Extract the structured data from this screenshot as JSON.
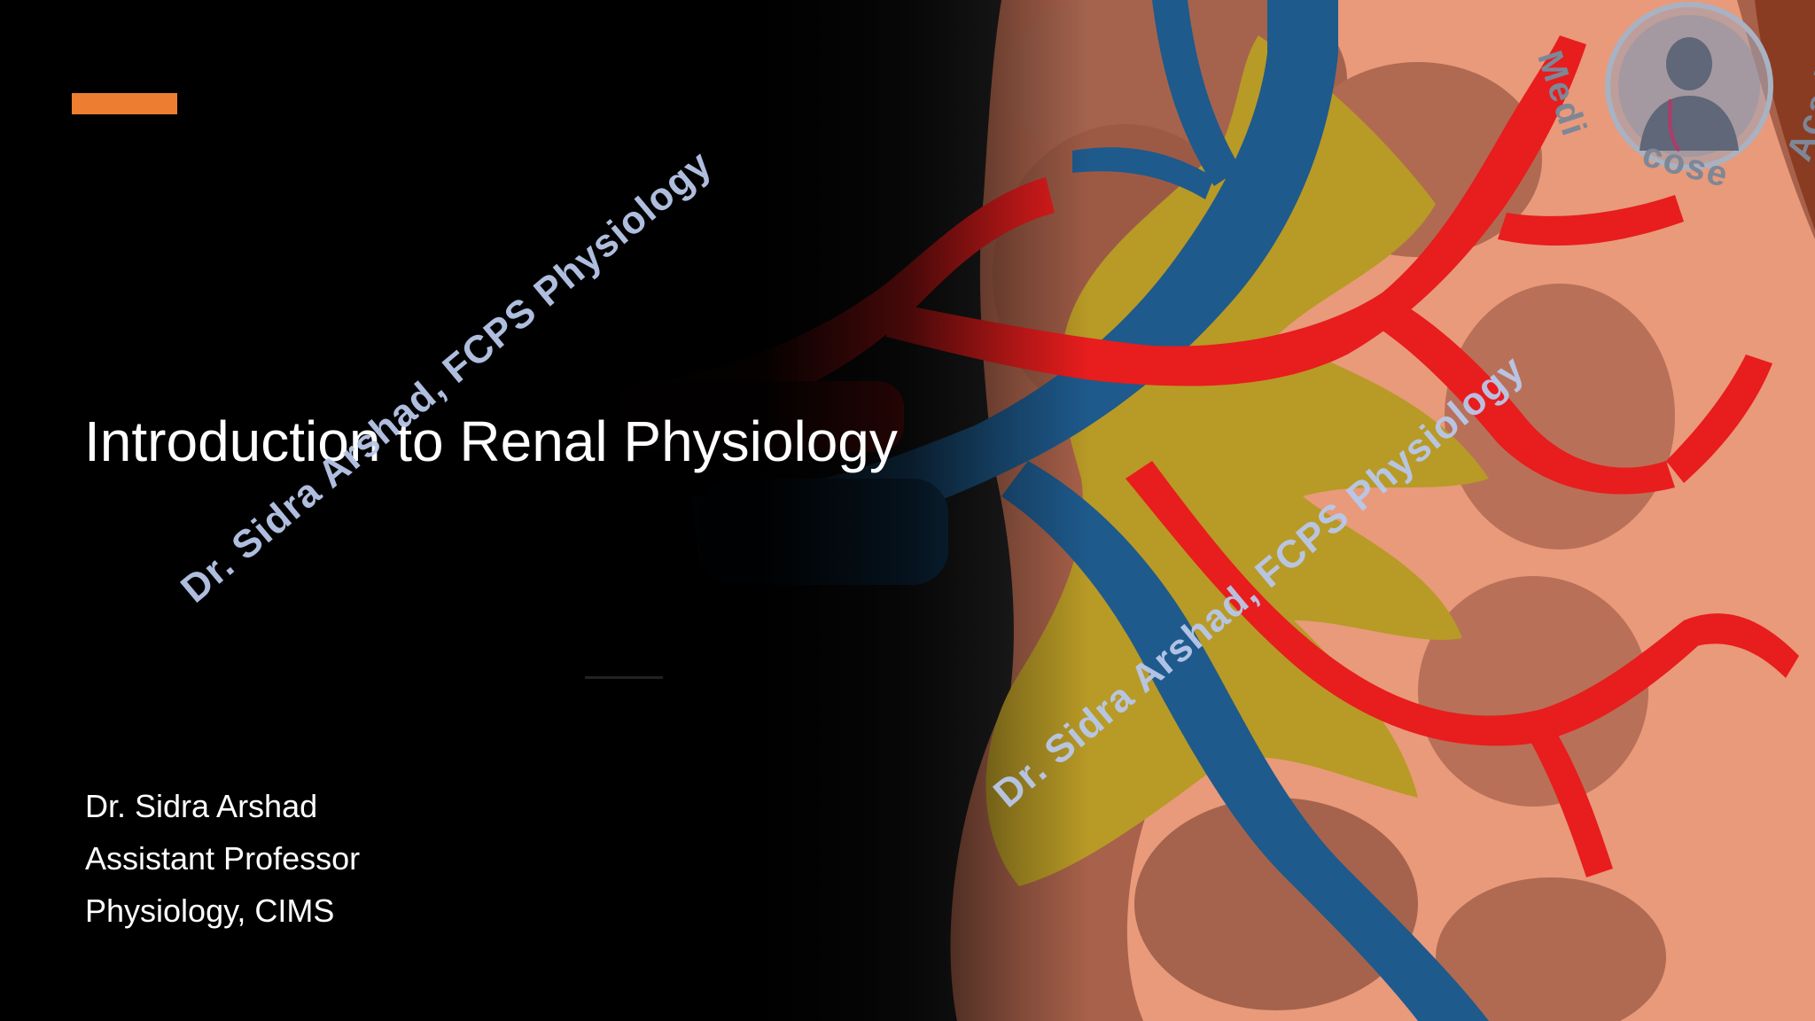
{
  "slide": {
    "title": "Introduction to Renal Physiology",
    "author_lines": [
      "Dr. Sidra Arshad",
      "Assistant Professor",
      "Physiology, CIMS"
    ],
    "watermark_text": "Dr. Sidra Arshad, FCPS Physiology",
    "logo_text": "Medicose Academics",
    "logo_text_parts": [
      "Medi",
      "cose ",
      "Academics"
    ]
  },
  "colors": {
    "background": "#000000",
    "accent_bar": "#ED7D31",
    "title_text": "#FFFFFF",
    "watermark": "#B9C8EA",
    "artery": "#E81D1D",
    "vein": "#1E5A8C",
    "fat": "#B89A26",
    "kidney_lobe": "#E89A7A",
    "kidney_capsule": "#8A3C22"
  },
  "icons": [
    "kidney-illustration",
    "medicose-academics-logo-icon"
  ]
}
